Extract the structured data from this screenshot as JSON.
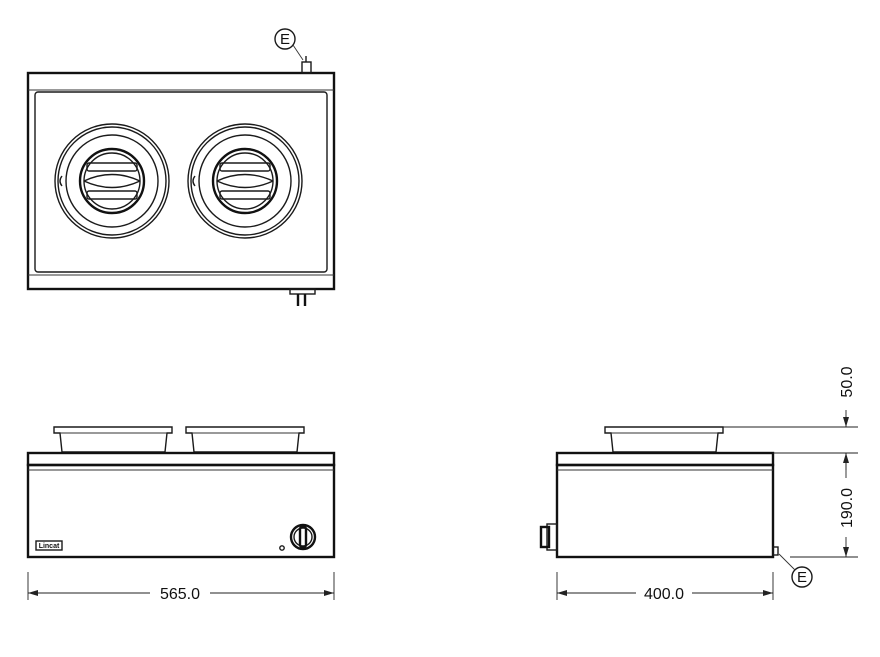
{
  "callouts": {
    "top_view": "E",
    "side_view": "E"
  },
  "brand_label": "Lincat",
  "dimensions": {
    "width": "565.0",
    "depth": "400.0",
    "body_height": "190.0",
    "pot_height": "50.0"
  }
}
